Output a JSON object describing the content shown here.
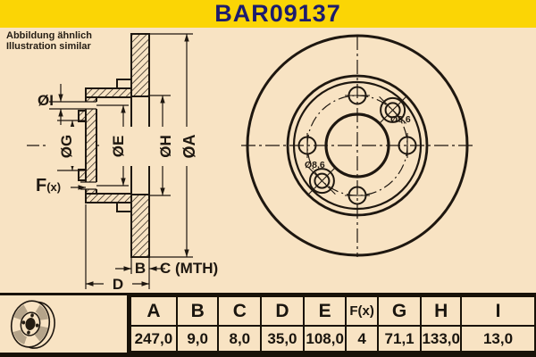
{
  "title": "BAR09137",
  "note": {
    "line1": "Abbildung ähnlich",
    "line2": "Illustration similar"
  },
  "drawing": {
    "section_labels": {
      "i": "ØI",
      "g": "ØG",
      "e": "ØE",
      "h": "ØH",
      "a": "ØA",
      "f_letter": "F",
      "f_suffix": "(x)",
      "b": "B",
      "c": "C (MTH)",
      "d": "D"
    },
    "front_labels": {
      "screw_hole_top": "Ø8,6",
      "screw_hole_bottom": "Ø8,6"
    }
  },
  "table": {
    "headers": [
      "A",
      "B",
      "C",
      "D",
      "E",
      "F(x)",
      "G",
      "H",
      "I"
    ],
    "values": [
      "247,0",
      "9,0",
      "8,0",
      "35,0",
      "108,0",
      "4",
      "71,1",
      "133,0",
      "13,0"
    ]
  },
  "colors": {
    "band_yellow": "#FBD505",
    "background_tan": "#F8E3C3",
    "line_dark": "#1E1710",
    "title_navy": "#1C1C6E",
    "icon_shade": "#B5A48A"
  }
}
